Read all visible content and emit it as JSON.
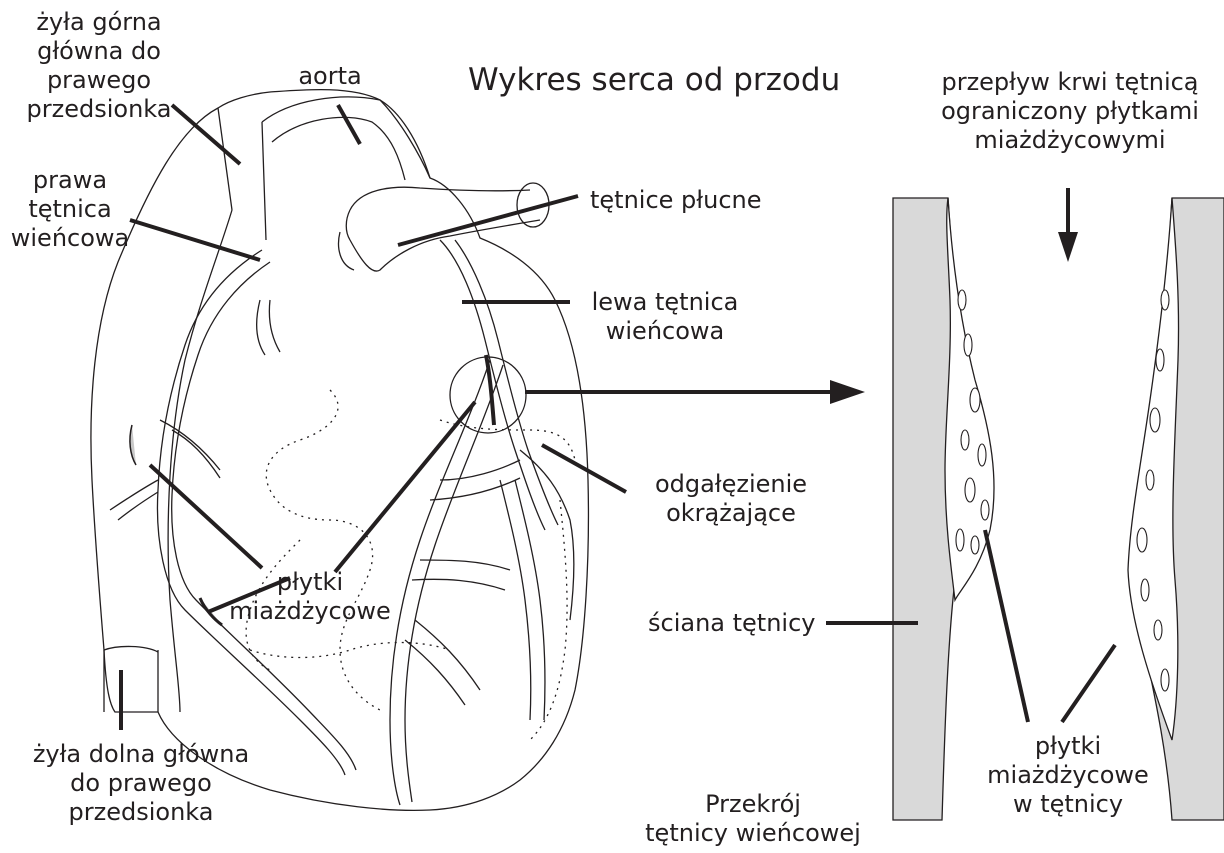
{
  "title": "Wykres serca od przodu",
  "labels": {
    "svc": [
      "żyła górna",
      "główna do",
      "prawego",
      "przedsionka"
    ],
    "aorta": "aorta",
    "flow": [
      "przepływ krwi tętnicą",
      "ograniczony płytkami",
      "miażdżycowymi"
    ],
    "rca": [
      "prawa",
      "tętnica",
      "wieńcowa"
    ],
    "pulmonary": "tętnice płucne",
    "lca": [
      "lewa tętnica",
      "wieńcowa"
    ],
    "circumflex": [
      "odgałęzienie",
      "okrążające"
    ],
    "plaques": [
      "płytki",
      "miażdżycowe"
    ],
    "wall": "ściana tętnicy",
    "ivc": [
      "żyła dolna główna",
      "do prawego",
      "przedsionka"
    ],
    "cross_section": [
      "Przekrój",
      "tętnicy wieńcowej"
    ],
    "plaques_artery": [
      "płytki",
      "miażdżycowe",
      "w tętnicy"
    ]
  },
  "colors": {
    "ink": "#231f20",
    "wall_fill": "#d9d9d9",
    "plaque_fill": "#c8c8c8"
  }
}
